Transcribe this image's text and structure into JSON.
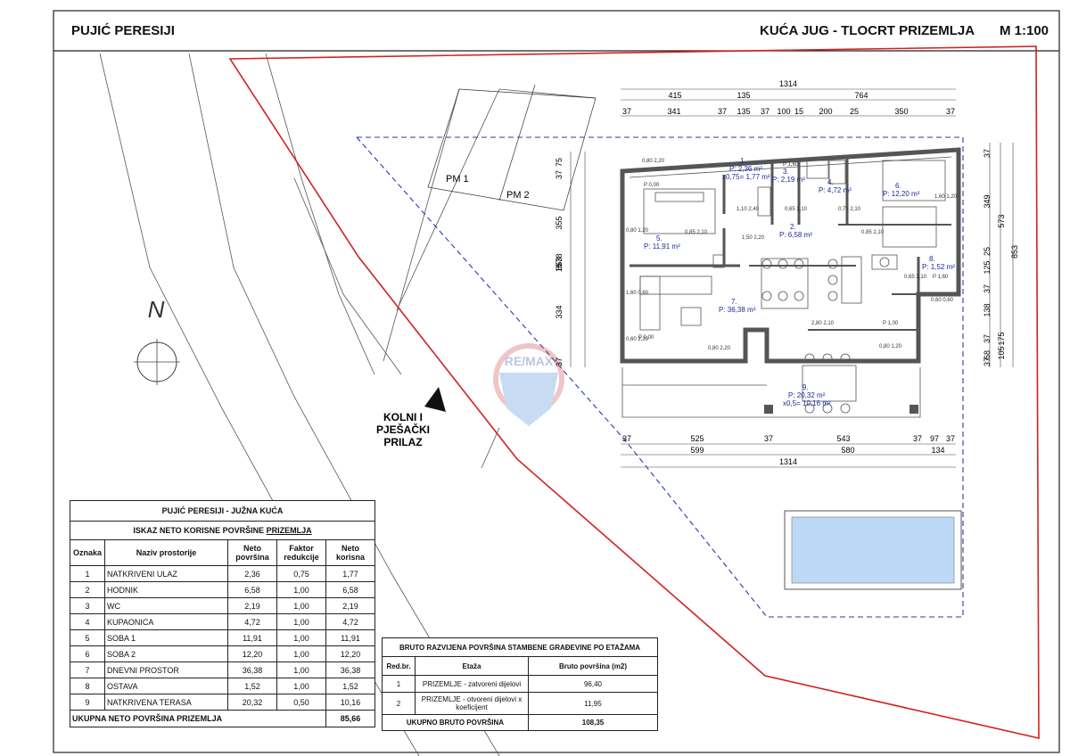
{
  "header": {
    "left_title": "PUJIĆ PERESIJI",
    "right_title": "KUĆA JUG - TLOCRT PRIZEMLJA",
    "scale": "M 1:100"
  },
  "plan": {
    "north_letter": "N",
    "access_label": [
      "KOLNI I",
      "PJEŠAČKI",
      "PRILAZ"
    ],
    "parking": [
      "PM 1",
      "PM 2"
    ],
    "watermark": "RE/MAX",
    "dims_top_total": "1314",
    "dims_top_mid": [
      "415",
      "135",
      "764"
    ],
    "dims_top_detail": [
      "37",
      "341",
      "37",
      "135",
      "37",
      "100",
      "15",
      "200",
      "25",
      "350",
      "37"
    ],
    "dims_bottom_detail": [
      "37",
      "525",
      "37",
      "543",
      "37",
      "97",
      "37"
    ],
    "dims_bottom_mid": [
      "599",
      "580",
      "134"
    ],
    "dims_bottom_total": "1314",
    "dims_left": [
      "853",
      "778",
      "75",
      "37",
      "355",
      "15",
      "334",
      "37"
    ],
    "dims_right_outer": [
      "853"
    ],
    "dims_right_mid": [
      "573",
      "175",
      "105"
    ],
    "dims_right_inner": [
      "37",
      "349",
      "25",
      "125",
      "37",
      "138",
      "37",
      "68",
      "37"
    ],
    "rooms": [
      {
        "num": "1.",
        "lines": [
          "P: 2,36 m²",
          "x0,75= 1,77 m²"
        ]
      },
      {
        "num": "2.",
        "lines": [
          "P: 6,58 m²"
        ]
      },
      {
        "num": "3.",
        "lines": [
          "P: 2,19 m²"
        ]
      },
      {
        "num": "4.",
        "lines": [
          "P: 4,72 m²"
        ]
      },
      {
        "num": "5.",
        "lines": [
          "P: 11,91 m²"
        ]
      },
      {
        "num": "6.",
        "lines": [
          "P: 12,20 m²"
        ]
      },
      {
        "num": "7.",
        "lines": [
          "P: 36,38 m²"
        ]
      },
      {
        "num": "8.",
        "lines": [
          "P: 1,52 m²"
        ]
      },
      {
        "num": "9.",
        "lines": [
          "P: 20,32 m²",
          "x0,5= 10,16 m²"
        ]
      }
    ],
    "openings": [
      "0,80 2,20",
      "P 0,00",
      "0,85 2,10",
      "1,50 2,20",
      "0,80 1,20",
      "1,60 0,60",
      "0,60 2,20",
      "P 0,00",
      "0,80 2,20",
      "P 1,60",
      "1,10 2,40",
      "0,65 2,10",
      "0,75 2,10",
      "0,85 2,10",
      "1,60 1,20",
      "0,65 2,10",
      "P 1,60",
      "0,60 0,60",
      "2,80 2,10",
      "P 1,00",
      "0,80 1,20"
    ]
  },
  "table_net": {
    "title": "PUJIĆ PERESIJI - JUŽNA KUĆA",
    "subtitle_prefix": "ISKAZ NETO KORISNE POVRŠINE ",
    "subtitle_underlined": "PRIZEMLJA",
    "headers": [
      "Oznaka",
      "Naziv prostorije",
      "Neto površina",
      "Faktor redukcije",
      "Neto korisna"
    ],
    "rows": [
      [
        "1",
        "NATKRIVENI ULAZ",
        "2,36",
        "0,75",
        "1,77"
      ],
      [
        "2",
        "HODNIK",
        "6,58",
        "1,00",
        "6,58"
      ],
      [
        "3",
        "WC",
        "2,19",
        "1,00",
        "2,19"
      ],
      [
        "4",
        "KUPAONICA",
        "4,72",
        "1,00",
        "4,72"
      ],
      [
        "5",
        "SOBA 1",
        "11,91",
        "1,00",
        "11,91"
      ],
      [
        "6",
        "SOBA 2",
        "12,20",
        "1,00",
        "12,20"
      ],
      [
        "7",
        "DNEVNI PROSTOR",
        "36,38",
        "1,00",
        "36,38"
      ],
      [
        "8",
        "OSTAVA",
        "1,52",
        "1,00",
        "1,52"
      ],
      [
        "9",
        "NATKRIVENA TERASA",
        "20,32",
        "0,50",
        "10,16"
      ]
    ],
    "total_label": "UKUPNA NETO POVRŠINA PRIZEMLJA",
    "total_value": "85,66"
  },
  "table_gross": {
    "title": "BRUTO RAZVIJENA POVRŠINA STAMBENE GRAĐEVINE PO ETAŽAMA",
    "headers": [
      "Red.br.",
      "Etaža",
      "Bruto površina (m2)"
    ],
    "rows": [
      [
        "1",
        "PRIZEMLJE - zatvoreni dijelovi",
        "96,40"
      ],
      [
        "2",
        "PRIZEMLJE - otvoreni dijelovi x koeficijent",
        "11,95"
      ]
    ],
    "total_label": "UKUPNO BRUTO POVRŠINA",
    "total_value": "108,35"
  },
  "colors": {
    "plot_boundary": "#d42020",
    "dashed_line": "#2a3aa8",
    "wall": "#555555",
    "pool": "#bcd8f5",
    "room_text": "#1a2a9a"
  }
}
